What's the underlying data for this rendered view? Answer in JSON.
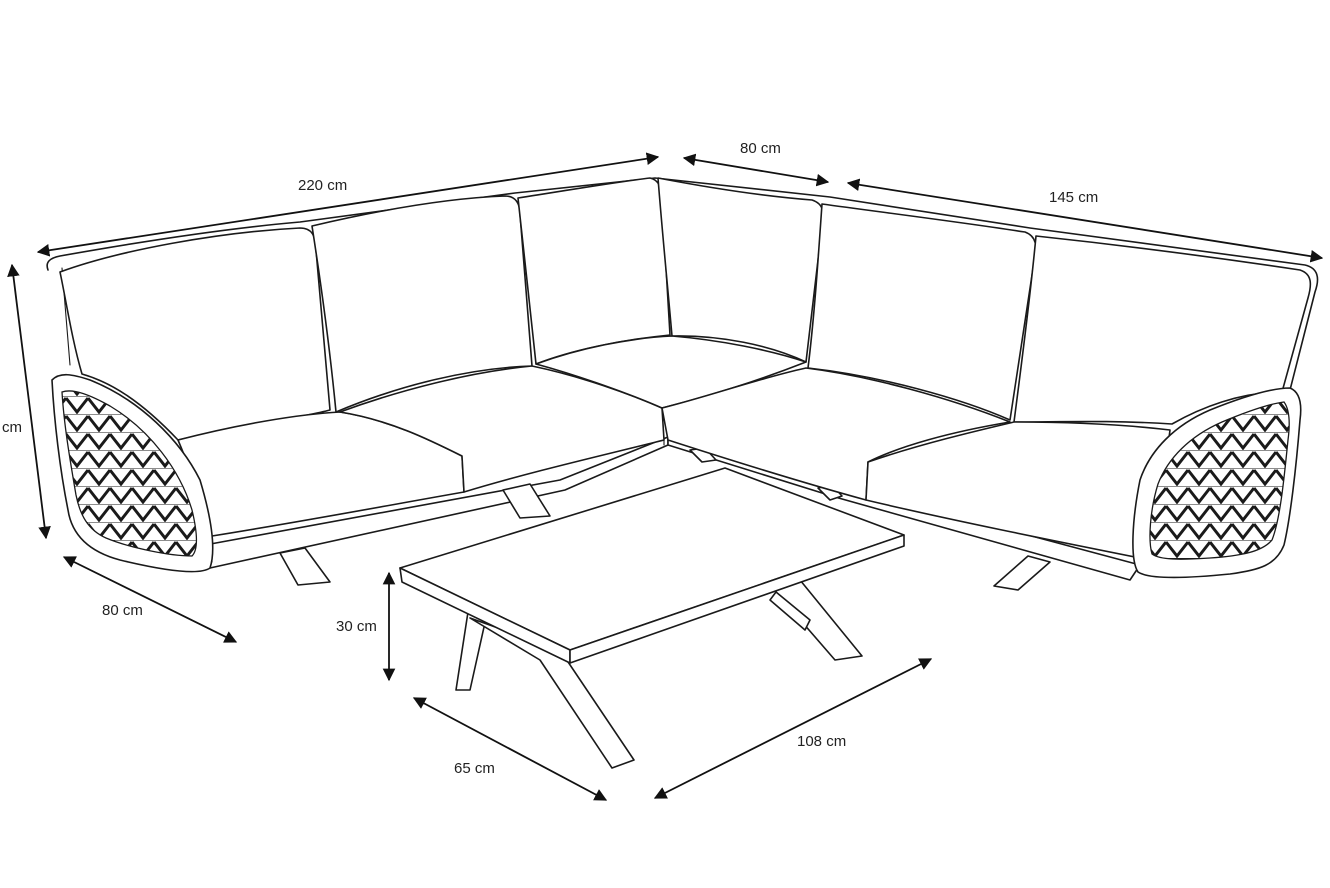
{
  "dimensions": {
    "sofa_long_side_width": "220 cm",
    "corner_width": "80 cm",
    "sofa_short_side_width": "145 cm",
    "sofa_height": "cm",
    "sofa_depth": "80 cm",
    "table_height": "30 cm",
    "table_width": "65 cm",
    "table_length": "108 cm"
  }
}
